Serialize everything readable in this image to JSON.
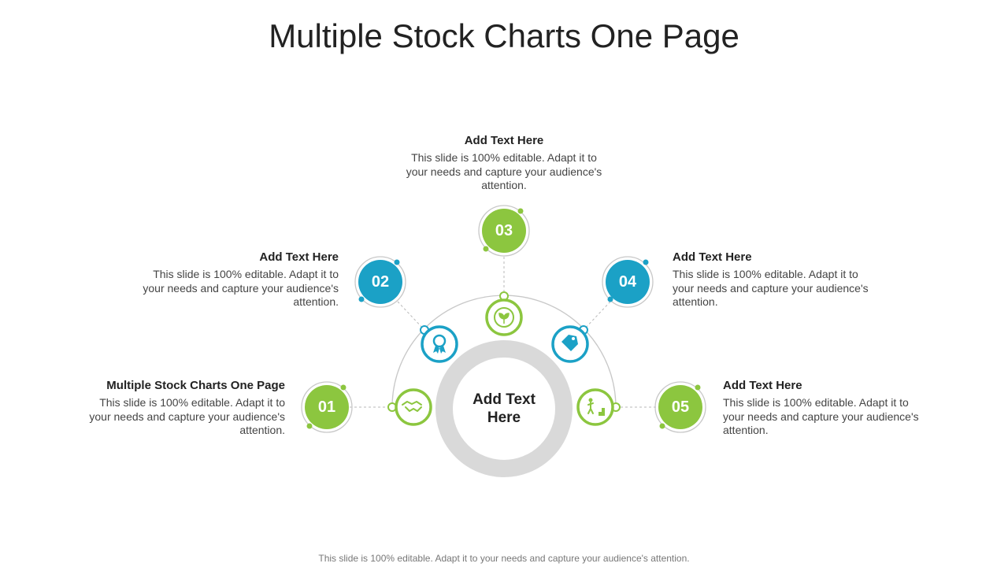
{
  "title": "Multiple Stock Charts One Page",
  "center_label": "Add Text Here",
  "footer": "This slide is 100% editable. Adapt it to your needs and capture your audience's attention.",
  "colors": {
    "green": "#8cc63f",
    "blue": "#1ba1c6",
    "ring": "#d9d9d9",
    "line": "#c8c8c8"
  },
  "items": [
    {
      "number": "01",
      "heading": "Multiple  Stock Charts One Page",
      "body": "This slide is 100% editable. Adapt it to your needs and capture your audience's attention.",
      "color": "green",
      "icon": "handshake-icon"
    },
    {
      "number": "02",
      "heading": "Add  Text Here",
      "body": "This slide is 100% editable. Adapt it to your needs and capture your audience's attention.",
      "color": "blue",
      "icon": "award-badge-icon"
    },
    {
      "number": "03",
      "heading": "Add  Text Here",
      "body": "This slide is 100% editable. Adapt it to your needs and capture your audience's attention.",
      "color": "green",
      "icon": "plant-leaf-icon"
    },
    {
      "number": "04",
      "heading": "Add  Text Here",
      "body": "This slide is 100% editable. Adapt it to your needs and capture your audience's attention.",
      "color": "blue",
      "icon": "price-tag-icon"
    },
    {
      "number": "05",
      "heading": "Add  Text Here",
      "body": "This slide is 100% editable. Adapt it to your needs and capture your audience's attention.",
      "color": "green",
      "icon": "climbing-stairs-icon"
    }
  ]
}
